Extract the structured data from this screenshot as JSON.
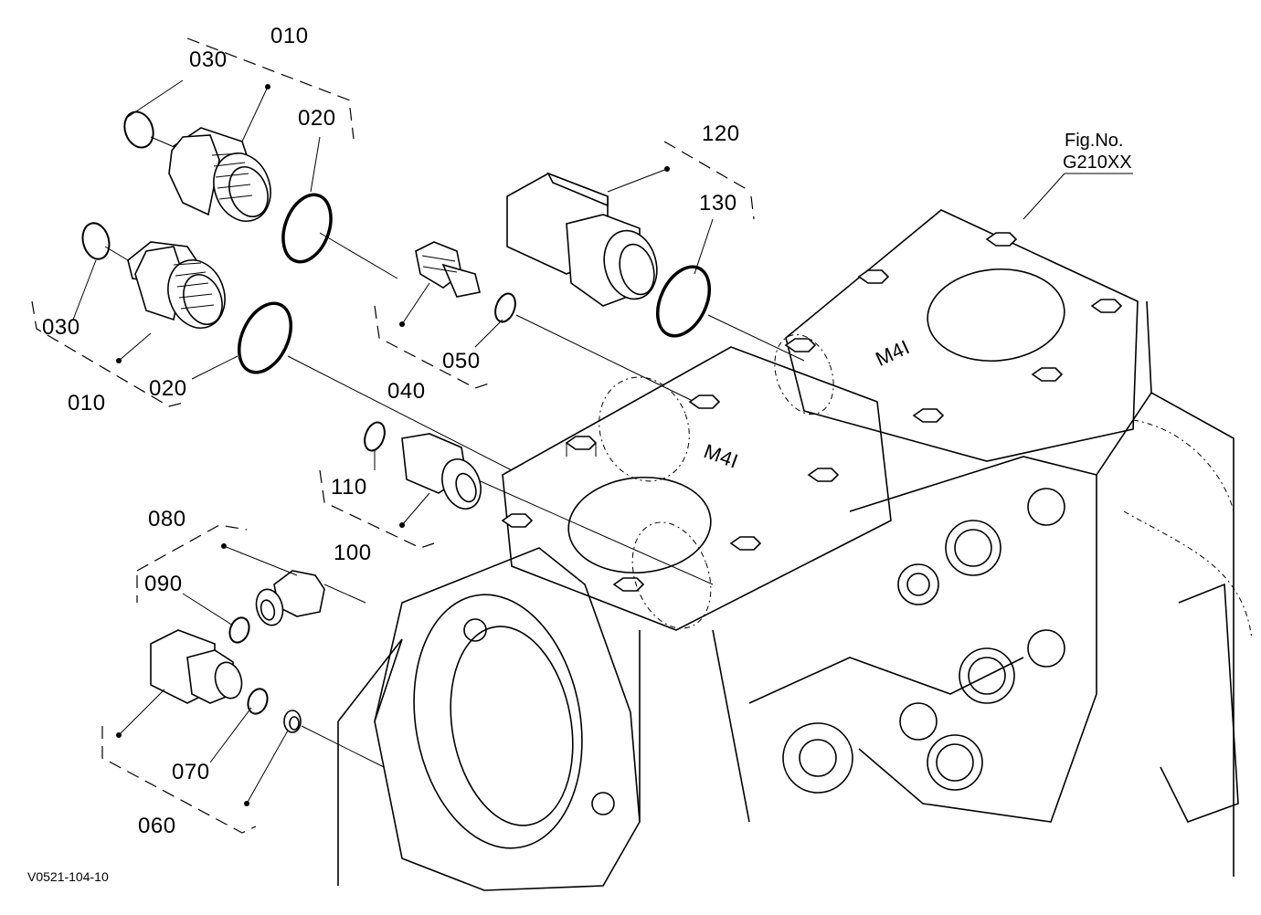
{
  "fig": {
    "line1": "Fig.No.",
    "line2": "G210XX"
  },
  "code": "V0521-104-10",
  "labels": {
    "p010_top": "010",
    "p030_top": "030",
    "p020_top": "020",
    "p030_left": "030",
    "p010_bottom": "010",
    "p020_bottom": "020",
    "p040": "040",
    "p050": "050",
    "p120": "120",
    "p130": "130",
    "p110": "110",
    "p100": "100",
    "p080": "080",
    "p090": "090",
    "p070": "070",
    "p060": "060"
  },
  "castings": {
    "cover_left": "M4I",
    "cover_right": "M4I"
  },
  "icons": {
    "ring": "o-ring-icon",
    "fitting": "hex-fitting-icon",
    "bolt": "hex-bolt-icon"
  }
}
